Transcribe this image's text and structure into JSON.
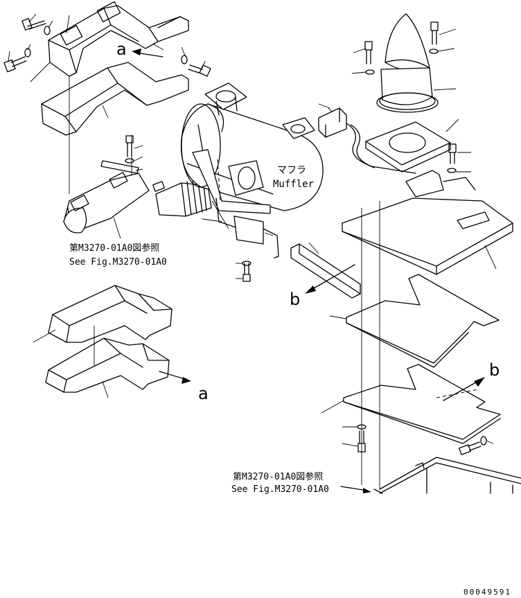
{
  "diagram": {
    "arrow_labels": {
      "a_top": "a",
      "a_bottom": "a",
      "b_left": "b",
      "b_right": "b"
    },
    "muffler_label": {
      "jp": "マフラ",
      "en": "Muffler"
    },
    "references": [
      {
        "jp": "第M3270-01A0図参照",
        "en": "See Fig.M3270-01A0"
      },
      {
        "jp": "第M3270-01A0図参照",
        "en": "See Fig.M3270-01A0"
      }
    ],
    "drawing_number": "00049591"
  }
}
